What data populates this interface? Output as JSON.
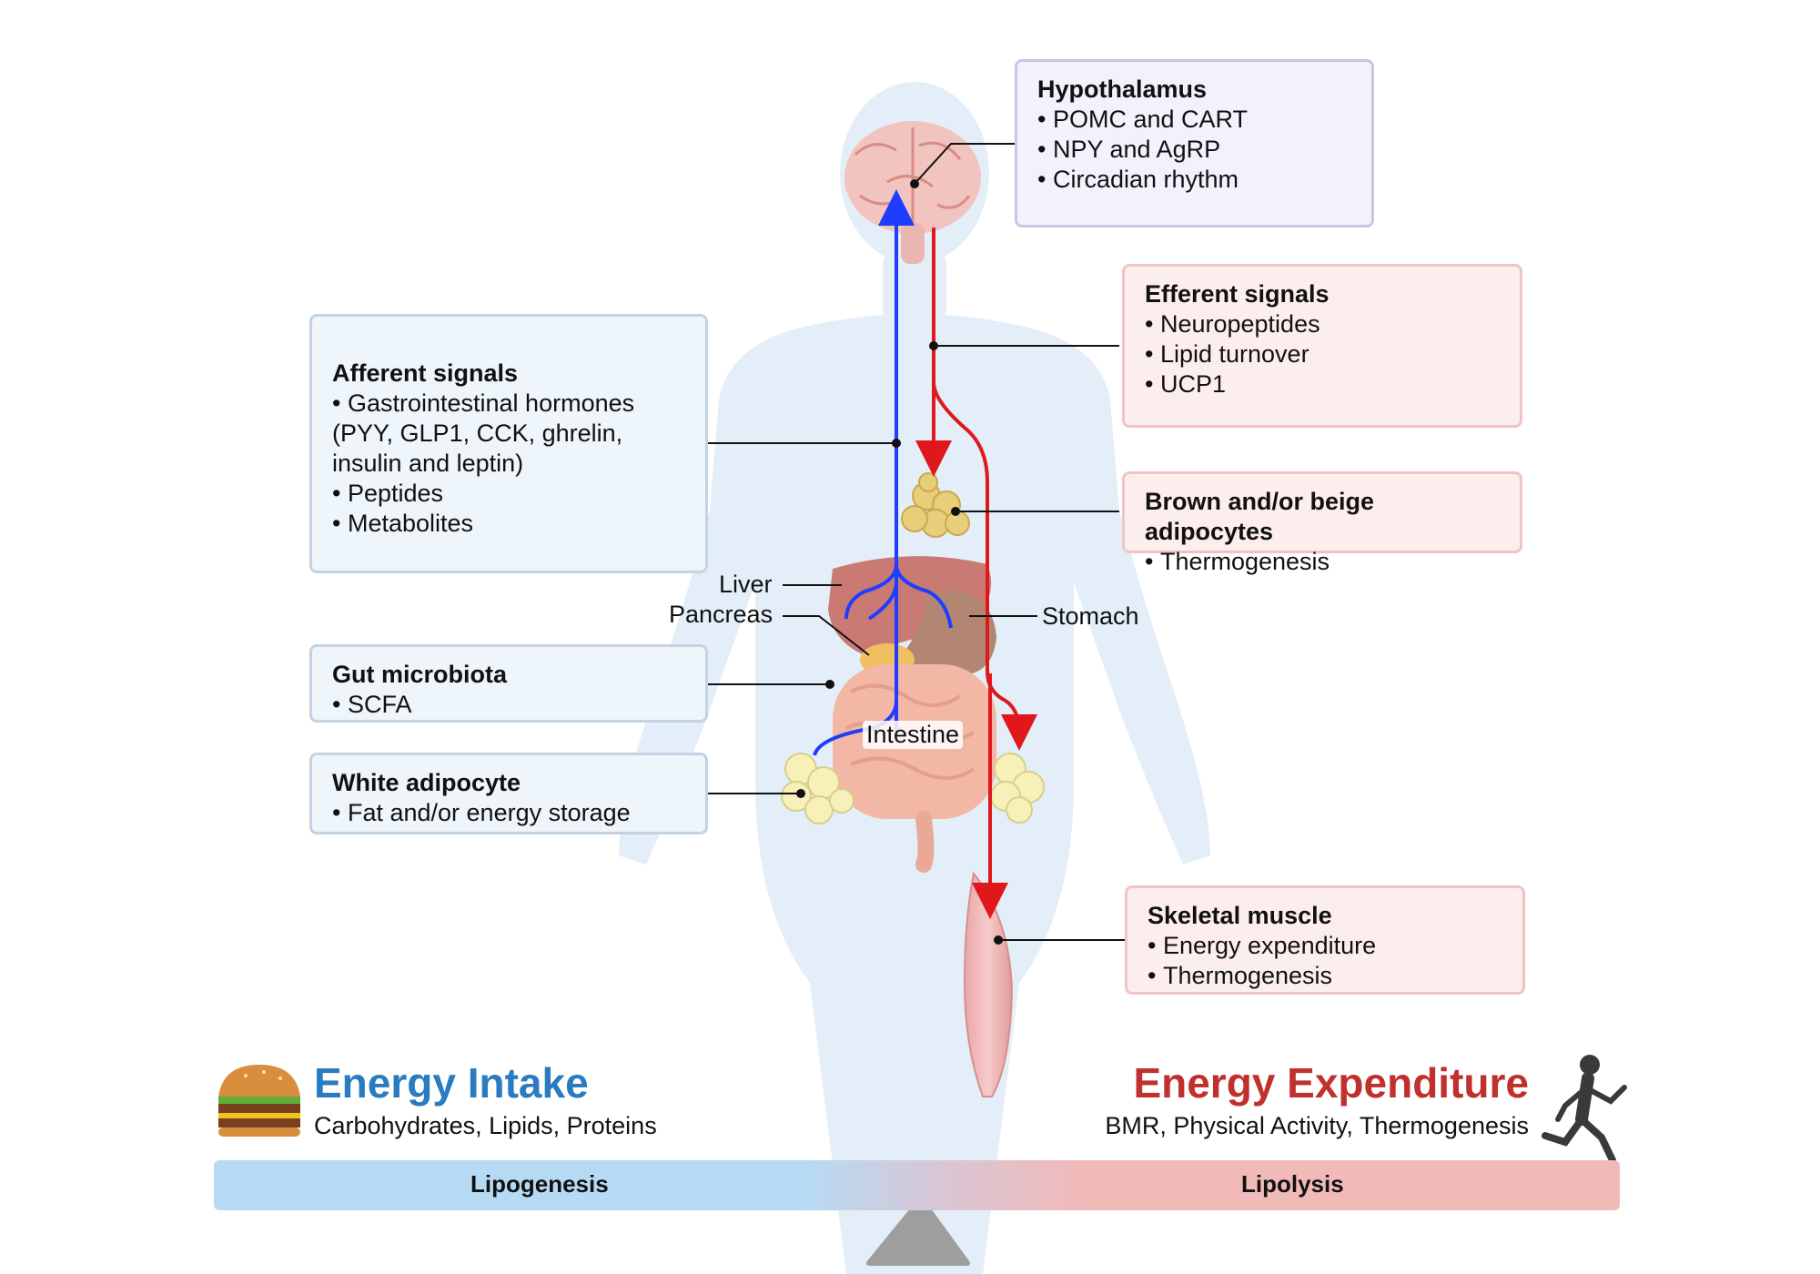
{
  "hypothalamus": {
    "title": "Hypothalamus",
    "items": [
      "POMC and CART",
      "NPY and AgRP",
      "Circadian rhythm"
    ]
  },
  "efferent": {
    "title": "Efferent signals",
    "items": [
      "Neuropeptides",
      "Lipid turnover",
      "UCP1"
    ]
  },
  "afferent": {
    "title": "Afferent signals",
    "item1": "Gastrointestinal hormones (PYY, GLP1, CCK, ghrelin, insulin and leptin)",
    "item2": "Peptides",
    "item3": "Metabolites"
  },
  "brown_adipocytes": {
    "title": "Brown and/or beige adipocytes",
    "items": [
      "Thermogenesis"
    ]
  },
  "gut_microbiota": {
    "title": "Gut microbiota",
    "items": [
      "SCFA"
    ]
  },
  "white_adipocyte": {
    "title": "White adipocyte",
    "items": [
      "Fat and/or energy storage"
    ]
  },
  "skeletal_muscle": {
    "title": "Skeletal muscle",
    "items": [
      "Energy expenditure",
      "Thermogenesis"
    ]
  },
  "organs": {
    "liver": "Liver",
    "pancreas": "Pancreas",
    "stomach": "Stomach",
    "intestine": "Intestine"
  },
  "energy_intake": {
    "title": "Energy Intake",
    "subtitle": "Carbohydrates, Lipids, Proteins"
  },
  "energy_expenditure": {
    "title": "Energy Expenditure",
    "subtitle": "BMR, Physical Activity, Thermogenesis"
  },
  "scale": {
    "left_label": "Lipogenesis",
    "right_label": "Lipolysis"
  },
  "colors": {
    "afferent_arrow": "#1f3cff",
    "efferent_arrow": "#e0181c",
    "intake_title": "#2a7bbf",
    "expenditure_title": "#c0302c",
    "body_silhouette": "#e3eef8"
  },
  "icons": {
    "intake": "burger-icon",
    "expenditure": "runner-icon",
    "fulcrum": "fulcrum-triangle-icon"
  }
}
